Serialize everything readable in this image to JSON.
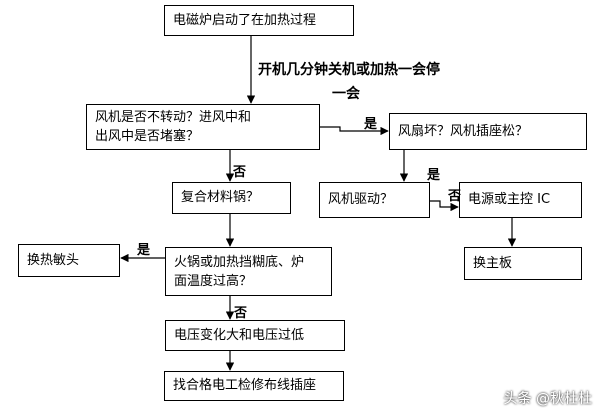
{
  "nodes": {
    "start": "电磁炉启动了在加热过程",
    "fan_check_line1": "风机是否不转动？进风中和",
    "fan_check_line2": "出风中是否堵塞？",
    "fan_broken": "风扇坏？风机插座松？",
    "composite_pot": "复合材料锅？",
    "fan_drive": "风机驱动？",
    "power_ic": "电源或主控 IC",
    "replace_sensor": "换热敏头",
    "temp_line1": "火锅或加热挡糊底、炉",
    "temp_line2": "面温度过高？",
    "replace_board": "换主板",
    "voltage": "电压变化大和电压过低",
    "electrician": "找合格电工检修布线插座"
  },
  "labels": {
    "main_line1": "开机几分钟关机或加热一会停",
    "main_line2": "一会",
    "yes_fan": "是",
    "no_composite": "否",
    "yes_drive": "是",
    "no_ic": "否",
    "yes_sensor": "是",
    "no_voltage": "否"
  },
  "watermark": "头条 @秋杜杜"
}
